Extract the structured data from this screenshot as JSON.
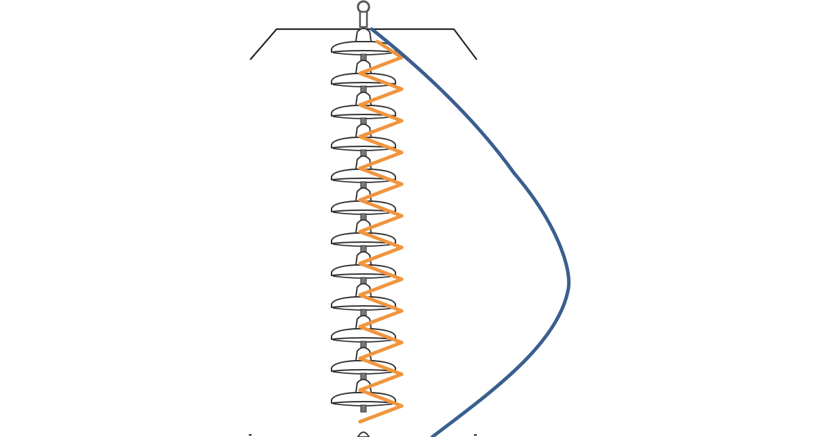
{
  "diagram": {
    "components": {
      "crossarm": "crossarm",
      "top_fitting": "suspension-clamp-icon",
      "insulator_disc": "insulator-disc-icon",
      "zigzag_path": "leakage-current-path",
      "voltage_curve": "voltage-distribution-curve"
    },
    "insulator_disc_count": 12,
    "colors": {
      "structure": "#222222",
      "disc_stroke": "#333333",
      "disc_fill": "#ffffff",
      "zigzag": "#f0953e",
      "curve": "#3a5f8f"
    }
  }
}
